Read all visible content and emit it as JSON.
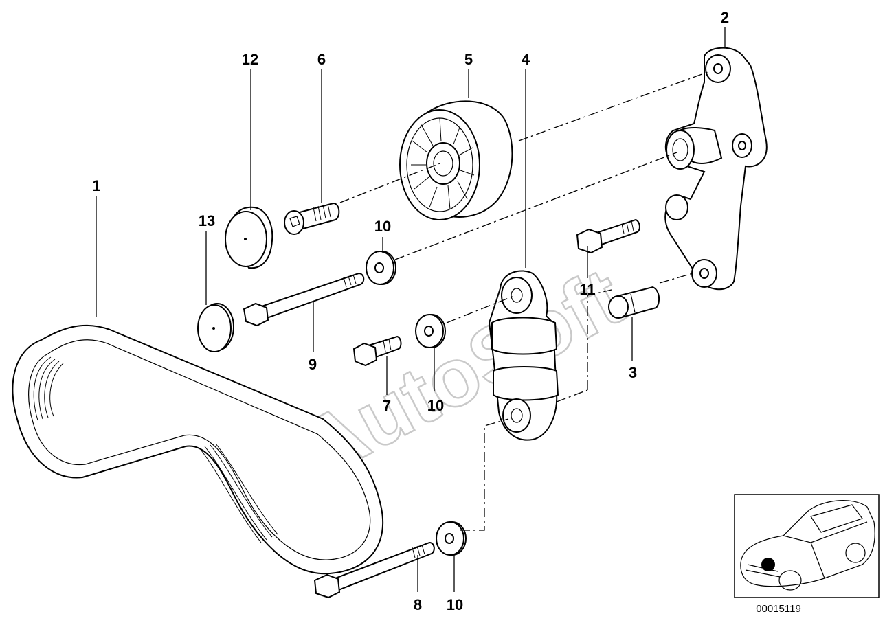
{
  "callouts": {
    "c1": "1",
    "c2": "2",
    "c3": "3",
    "c4": "4",
    "c5": "5",
    "c6": "6",
    "c7": "7",
    "c8": "8",
    "c9": "9",
    "c10a": "10",
    "c10b": "10",
    "c10c": "10",
    "c11": "11",
    "c12": "12",
    "c13": "13"
  },
  "watermark": "AutoSoft",
  "reference_number": "00015119",
  "icons": {
    "locator": "car-locator-icon"
  }
}
